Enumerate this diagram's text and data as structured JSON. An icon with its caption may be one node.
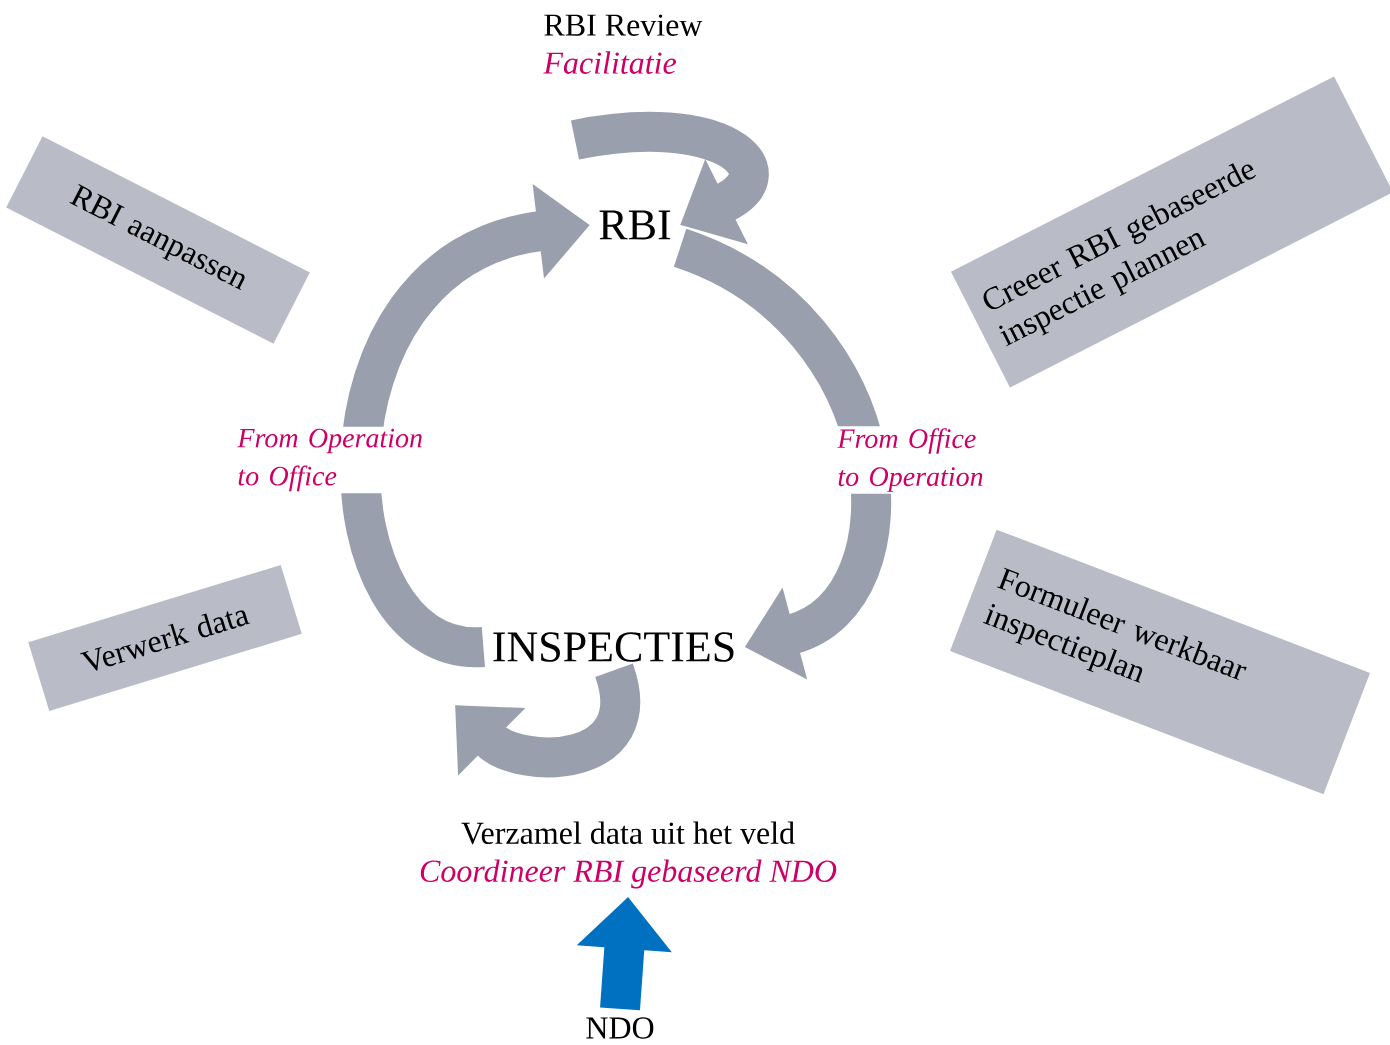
{
  "diagram": {
    "nodes": [
      {
        "text": [
          "RBI Review",
          "Facilitatie"
        ]
      },
      {
        "text": [
          "RBI aanpassen"
        ]
      },
      {
        "text": [
          "Creeer RBI gebaseerde inspectie plannen"
        ]
      },
      {
        "text": [
          "RBI"
        ]
      },
      {
        "text": [
          "Verwerk data"
        ]
      },
      {
        "text": [
          "Formuleer werkbaar inspectieplan"
        ]
      },
      {
        "text": [
          "INSPECTIES"
        ]
      },
      {
        "text": [
          "Verzamel data uit het veld",
          "Coordineer RBI gebaseerd NDO"
        ]
      },
      {
        "text": [
          "NDO"
        ]
      }
    ],
    "edges": [
      {
        "from": null,
        "to": 3,
        "arrow": "to"
      },
      {
        "from": 3,
        "to": 6,
        "arrow": "to",
        "label": "From Office to Operation"
      },
      {
        "from": 6,
        "to": null,
        "arrow": "to"
      },
      {
        "from": 6,
        "to": 3,
        "arrow": "to",
        "label": "From Operation to Office"
      },
      {
        "from": 8,
        "to": 7,
        "arrow": "to",
        "color": "#0070c0"
      }
    ]
  }
}
